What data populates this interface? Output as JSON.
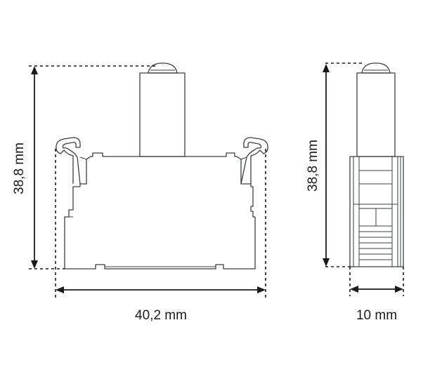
{
  "front_view": {
    "height_label": "38,8 mm",
    "width_label": "40,2 mm"
  },
  "side_view": {
    "height_label": "38,8 mm",
    "width_label": "10 mm"
  },
  "colors": {
    "line": "#3a3f45",
    "dimension": "#1a1a1a",
    "background": "#ffffff"
  }
}
